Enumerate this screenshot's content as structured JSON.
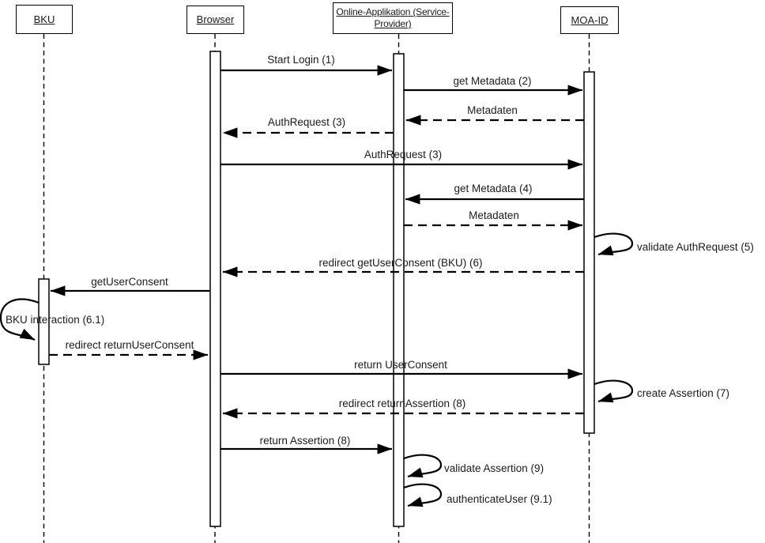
{
  "diagram": {
    "type": "uml-sequence-diagram",
    "background_color": "#ffffff",
    "line_color": "#000000",
    "actors": [
      {
        "id": "bku",
        "label": "BKU",
        "lines": [
          "BKU"
        ]
      },
      {
        "id": "browser",
        "label": "Browser",
        "lines": [
          "Browser"
        ]
      },
      {
        "id": "online-applikation",
        "label": "Online-Applikation (Service-Provider)",
        "lines": [
          "Online-Applikation (Service-",
          "Provider)"
        ]
      },
      {
        "id": "moa-id",
        "label": "MOA-ID",
        "lines": [
          "MOA-ID"
        ]
      }
    ],
    "messages": [
      {
        "label": "Start Login (1)",
        "from": "Browser",
        "to": "Online-Applikation (Service-Provider)",
        "line": "solid",
        "kind": "message"
      },
      {
        "label": "get Metadata (2)",
        "from": "Online-Applikation (Service-Provider)",
        "to": "MOA-ID",
        "line": "solid",
        "kind": "message"
      },
      {
        "label": "Metadaten",
        "from": "MOA-ID",
        "to": "Online-Applikation (Service-Provider)",
        "line": "dashed",
        "kind": "return"
      },
      {
        "label": "AuthRequest (3)",
        "from": "Online-Applikation (Service-Provider)",
        "to": "Browser",
        "line": "dashed",
        "kind": "return"
      },
      {
        "label": "AuthRequest (3)",
        "from": "Browser",
        "to": "MOA-ID",
        "line": "solid",
        "kind": "message"
      },
      {
        "label": "get Metadata (4)",
        "from": "MOA-ID",
        "to": "Online-Applikation (Service-Provider)",
        "line": "solid",
        "kind": "message"
      },
      {
        "label": "Metadaten",
        "from": "Online-Applikation (Service-Provider)",
        "to": "MOA-ID",
        "line": "dashed",
        "kind": "return"
      },
      {
        "label": "validate AuthRequest (5)",
        "from": "MOA-ID",
        "to": "MOA-ID",
        "line": "solid",
        "kind": "self"
      },
      {
        "label": "redirect getUserConsent (BKU) (6)",
        "from": "MOA-ID",
        "to": "Browser",
        "line": "dashed",
        "kind": "return"
      },
      {
        "label": "getUserConsent",
        "from": "Browser",
        "to": "BKU",
        "line": "solid",
        "kind": "message"
      },
      {
        "label": "BKU interaction (6.1)",
        "from": "BKU",
        "to": "BKU",
        "line": "solid",
        "kind": "self"
      },
      {
        "label": "redirect returnUserConsent",
        "from": "BKU",
        "to": "Browser",
        "line": "dashed",
        "kind": "return"
      },
      {
        "label": "return UserConsent",
        "from": "Browser",
        "to": "MOA-ID",
        "line": "solid",
        "kind": "message"
      },
      {
        "label": "create Assertion (7)",
        "from": "MOA-ID",
        "to": "MOA-ID",
        "line": "solid",
        "kind": "self"
      },
      {
        "label": "redirect returnAssertion (8)",
        "from": "MOA-ID",
        "to": "Browser",
        "line": "dashed",
        "kind": "return"
      },
      {
        "label": "return Assertion (8)",
        "from": "Browser",
        "to": "Online-Applikation (Service-Provider)",
        "line": "solid",
        "kind": "message"
      },
      {
        "label": "validate Assertion (9)",
        "from": "Online-Applikation (Service-Provider)",
        "to": "Online-Applikation (Service-Provider)",
        "line": "solid",
        "kind": "self"
      },
      {
        "label": "authenticateUser (9.1)",
        "from": "Online-Applikation (Service-Provider)",
        "to": "Online-Applikation (Service-Provider)",
        "line": "solid",
        "kind": "self"
      }
    ]
  }
}
